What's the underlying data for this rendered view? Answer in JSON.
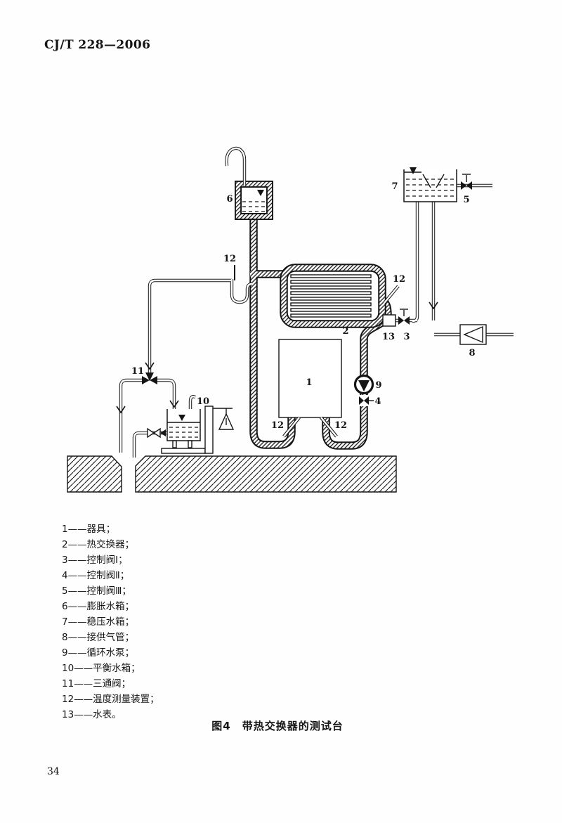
{
  "page": {
    "header": "CJ/T 228—2006",
    "page_number": "34"
  },
  "figure": {
    "caption": "图4　带热交换器的测试台"
  },
  "legend": {
    "items": [
      "1——器具；",
      "2——热交换器；",
      "3——控制阀Ⅰ；",
      "4——控制阀Ⅱ；",
      "5——控制阀Ⅲ；",
      "6——膨胀水箱；",
      "7——稳压水箱；",
      "8——接供气管；",
      "9——循环水泵；",
      "10——平衡水箱；",
      "11——三通阀；",
      "12——温度测量装置；",
      "13——水表。"
    ]
  },
  "diagram": {
    "labels": {
      "appliance": "1",
      "heat_exchanger": "2",
      "control_valve_1": "3",
      "control_valve_2": "4",
      "control_valve_3": "5",
      "expansion_tank": "6",
      "pressure_tank": "7",
      "gas_supply": "8",
      "circulating_pump": "9",
      "balance_tank": "10",
      "three_way_valve": "11",
      "thermometer": "12",
      "water_meter": "13"
    },
    "colors": {
      "line": "#151515",
      "paper": "#fefefe"
    }
  }
}
